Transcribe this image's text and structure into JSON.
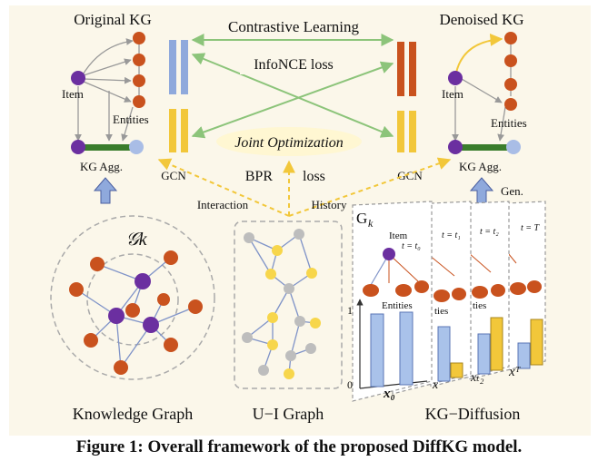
{
  "labels": {
    "original_kg": "Original KG",
    "denoised_kg": "Denoised KG",
    "contrastive_learning": "Contrastive Learning",
    "infonce_loss": "InfoNCE loss",
    "joint_optimization": "Joint Optimization",
    "bpr_loss": "BPR",
    "bpr_loss_suffix": "loss",
    "item_left": "Item",
    "entities_left": "Entities",
    "kg_agg_left": "KG Agg.",
    "item_right": "Item",
    "entities_right": "Entities",
    "kg_agg_right": "KG Agg.",
    "gcn_left": "GCN",
    "gcn_right": "GCN",
    "interaction": "Interaction",
    "history": "History",
    "gen": "Gen.",
    "gk_symbol": "𝒢k",
    "knowledge_graph": "Knowledge Graph",
    "ui_graph": "U−I Graph",
    "kg_diffusion": "KG−Diffusion",
    "diffusion": {
      "frame_g": "G",
      "frame_k": "k",
      "item": "Item",
      "entities": "Entities",
      "ties": "ties",
      "t0": "t = t₀",
      "t1": "t = t₁",
      "t2": "t = t₂",
      "tT": "t = T",
      "axis_one": "1",
      "axis_zero": "0",
      "x0": "x₀",
      "x_t1": "x",
      "x_t2": "xₜ₂",
      "x_T": "xᵀ"
    }
  },
  "caption": "Figure 1: Overall framework of the proposed DiffKG model.",
  "colors": {
    "panel_bg": "#fbf7ea",
    "item_node": "#6b2fa0",
    "entity_node": "#c9521e",
    "user_node": "#a9bde6",
    "kg_agg_bar": "#3a7d2c",
    "gcn_blue": "#8fa9dc",
    "gcn_orange": "#c9521e",
    "gcn_yellow": "#f2c73a",
    "contrast_arrow": "#8cc47a",
    "joint_arrow": "#f2c73a",
    "gen_arrow": "#f2c73a",
    "diffusion_blue": "#a9c2ea",
    "diffusion_yellow": "#f2c73a",
    "ui_gray": "#bdbdbd",
    "ui_yellow": "#f7d64b"
  },
  "icons": [
    "up-arrow-icon",
    "item-node-icon",
    "entity-node-icon",
    "user-node-icon"
  ]
}
